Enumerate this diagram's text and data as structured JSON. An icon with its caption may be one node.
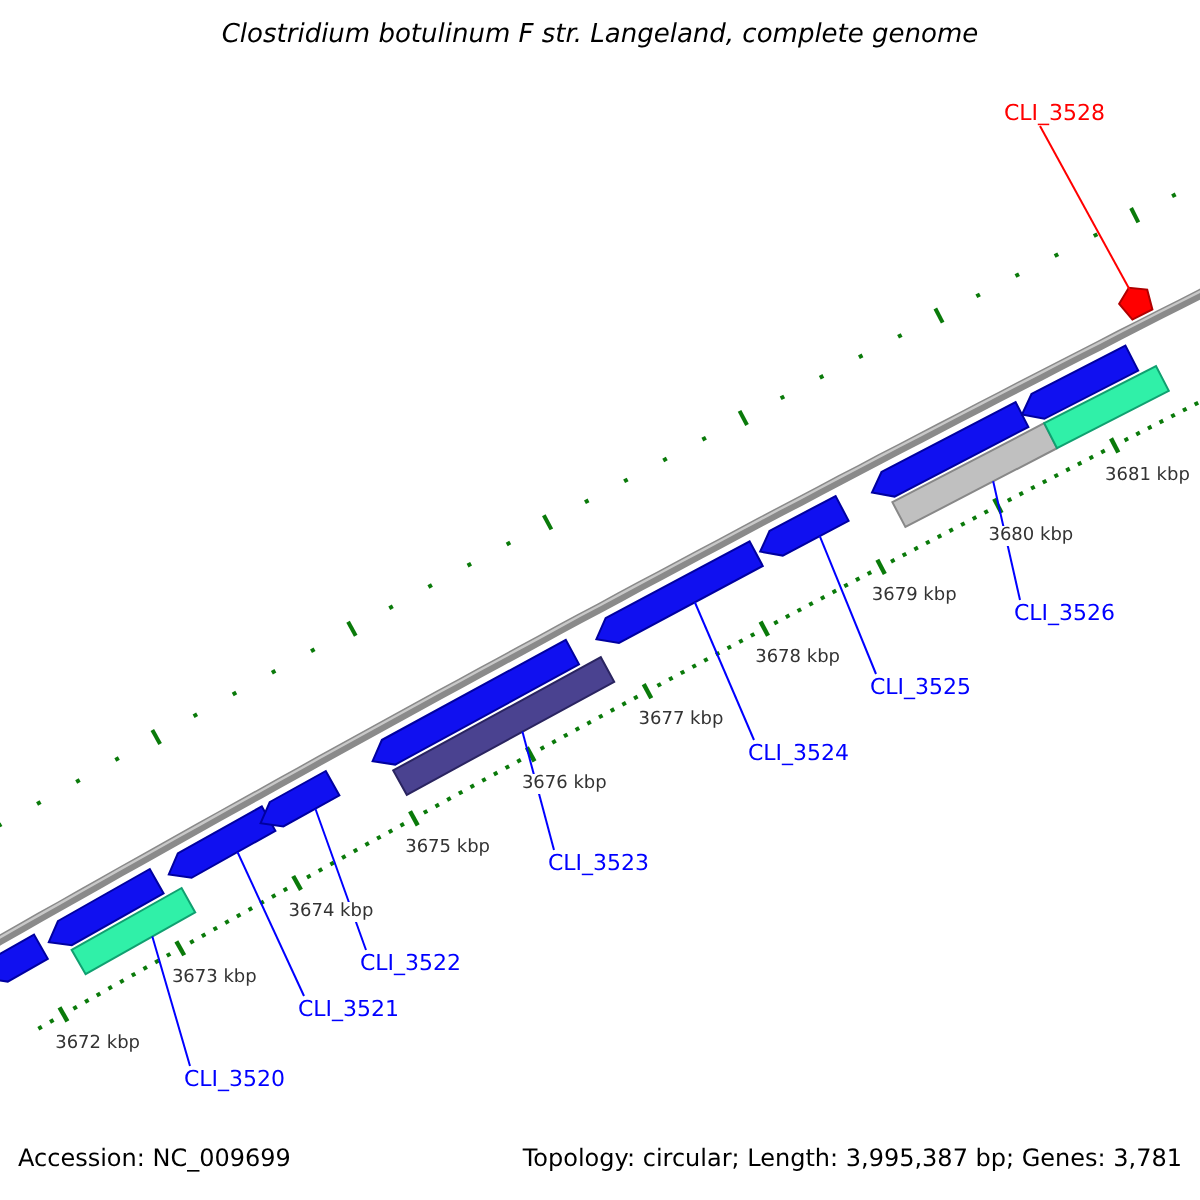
{
  "diagram": {
    "title": "Clostridium botulinum F str. Langeland, complete genome",
    "nodes": [
      {
        "text": [
          "CLI_3528"
        ]
      },
      {
        "text": [
          "CLI_3520"
        ]
      },
      {
        "text": [
          "CLI_3521"
        ]
      },
      {
        "text": [
          "CLI_3522"
        ]
      },
      {
        "text": [
          "CLI_3523"
        ]
      },
      {
        "text": [
          "CLI_3524"
        ]
      },
      {
        "text": [
          "CLI_3525"
        ]
      },
      {
        "text": [
          "CLI_3526"
        ]
      },
      {
        "text": [],
        "shape": "arrow"
      },
      {
        "text": [],
        "shape": "arrow"
      },
      {
        "text": [],
        "shape": "bar"
      },
      {
        "text": [],
        "shape": "arrow"
      },
      {
        "text": [],
        "shape": "arrow"
      },
      {
        "text": [],
        "shape": "arrow"
      },
      {
        "text": [],
        "shape": "bar"
      },
      {
        "text": [],
        "shape": "arrow"
      },
      {
        "text": [],
        "shape": "arrow"
      },
      {
        "text": [],
        "shape": "arrow"
      },
      {
        "text": [],
        "shape": "bar"
      },
      {
        "text": [],
        "shape": "arrow"
      },
      {
        "text": [],
        "shape": "bar"
      },
      {
        "text": [],
        "shape": "pentagon"
      }
    ],
    "edges": [
      {
        "from": 0,
        "to": 21,
        "arrow": "none",
        "color": "#ff0000"
      },
      {
        "from": 1,
        "to": 10,
        "arrow": "none"
      },
      {
        "from": 2,
        "to": 11,
        "arrow": "none"
      },
      {
        "from": 3,
        "to": 12,
        "arrow": "none"
      },
      {
        "from": 4,
        "to": 14,
        "arrow": "none"
      },
      {
        "from": 5,
        "to": 15,
        "arrow": "none"
      },
      {
        "from": 6,
        "to": 16,
        "arrow": "none"
      },
      {
        "from": 7,
        "to": 18,
        "arrow": "none"
      }
    ],
    "labels": [
      "3681 kbp",
      "3680 kbp",
      "3679 kbp",
      "3678 kbp",
      "3677 kbp",
      "3676 kbp",
      "3675 kbp",
      "3674 kbp",
      "3673 kbp",
      "3672 kbp",
      "Accession: NC_009699",
      "Topology: circular; Length: 3,995,387 bp; Genes: 3,781"
    ]
  }
}
